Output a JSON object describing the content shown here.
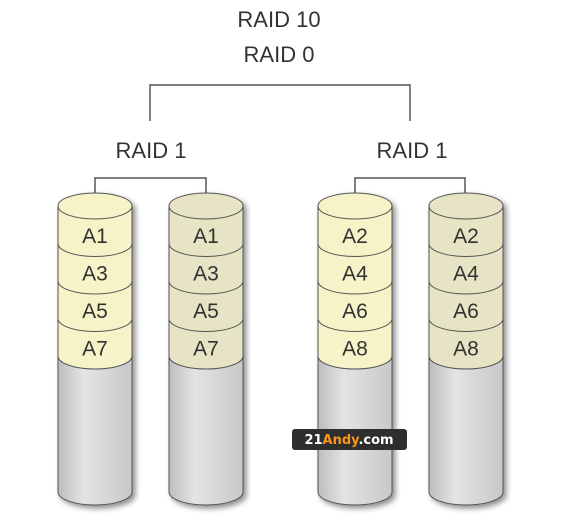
{
  "diagram": {
    "title_top": "RAID 10",
    "title_sub": "RAID 0",
    "groups": [
      {
        "label": "RAID 1",
        "disks": [
          {
            "blocks": [
              "A1",
              "A3",
              "A5",
              "A7"
            ],
            "tint": "#f6f3c8"
          },
          {
            "blocks": [
              "A1",
              "A3",
              "A5",
              "A7"
            ],
            "tint": "#e6e4c4"
          }
        ]
      },
      {
        "label": "RAID 1",
        "disks": [
          {
            "blocks": [
              "A2",
              "A4",
              "A6",
              "A8"
            ],
            "tint": "#f6f3c8"
          },
          {
            "blocks": [
              "A2",
              "A4",
              "A6",
              "A8"
            ],
            "tint": "#e6e4c4"
          }
        ]
      }
    ],
    "disk_body_color": "#dcdcdc",
    "line_color": "#555555",
    "watermark": {
      "prefix": "21",
      "accent": "Andy",
      "suffix": ".com",
      "accent_color": "#f7941d"
    }
  }
}
